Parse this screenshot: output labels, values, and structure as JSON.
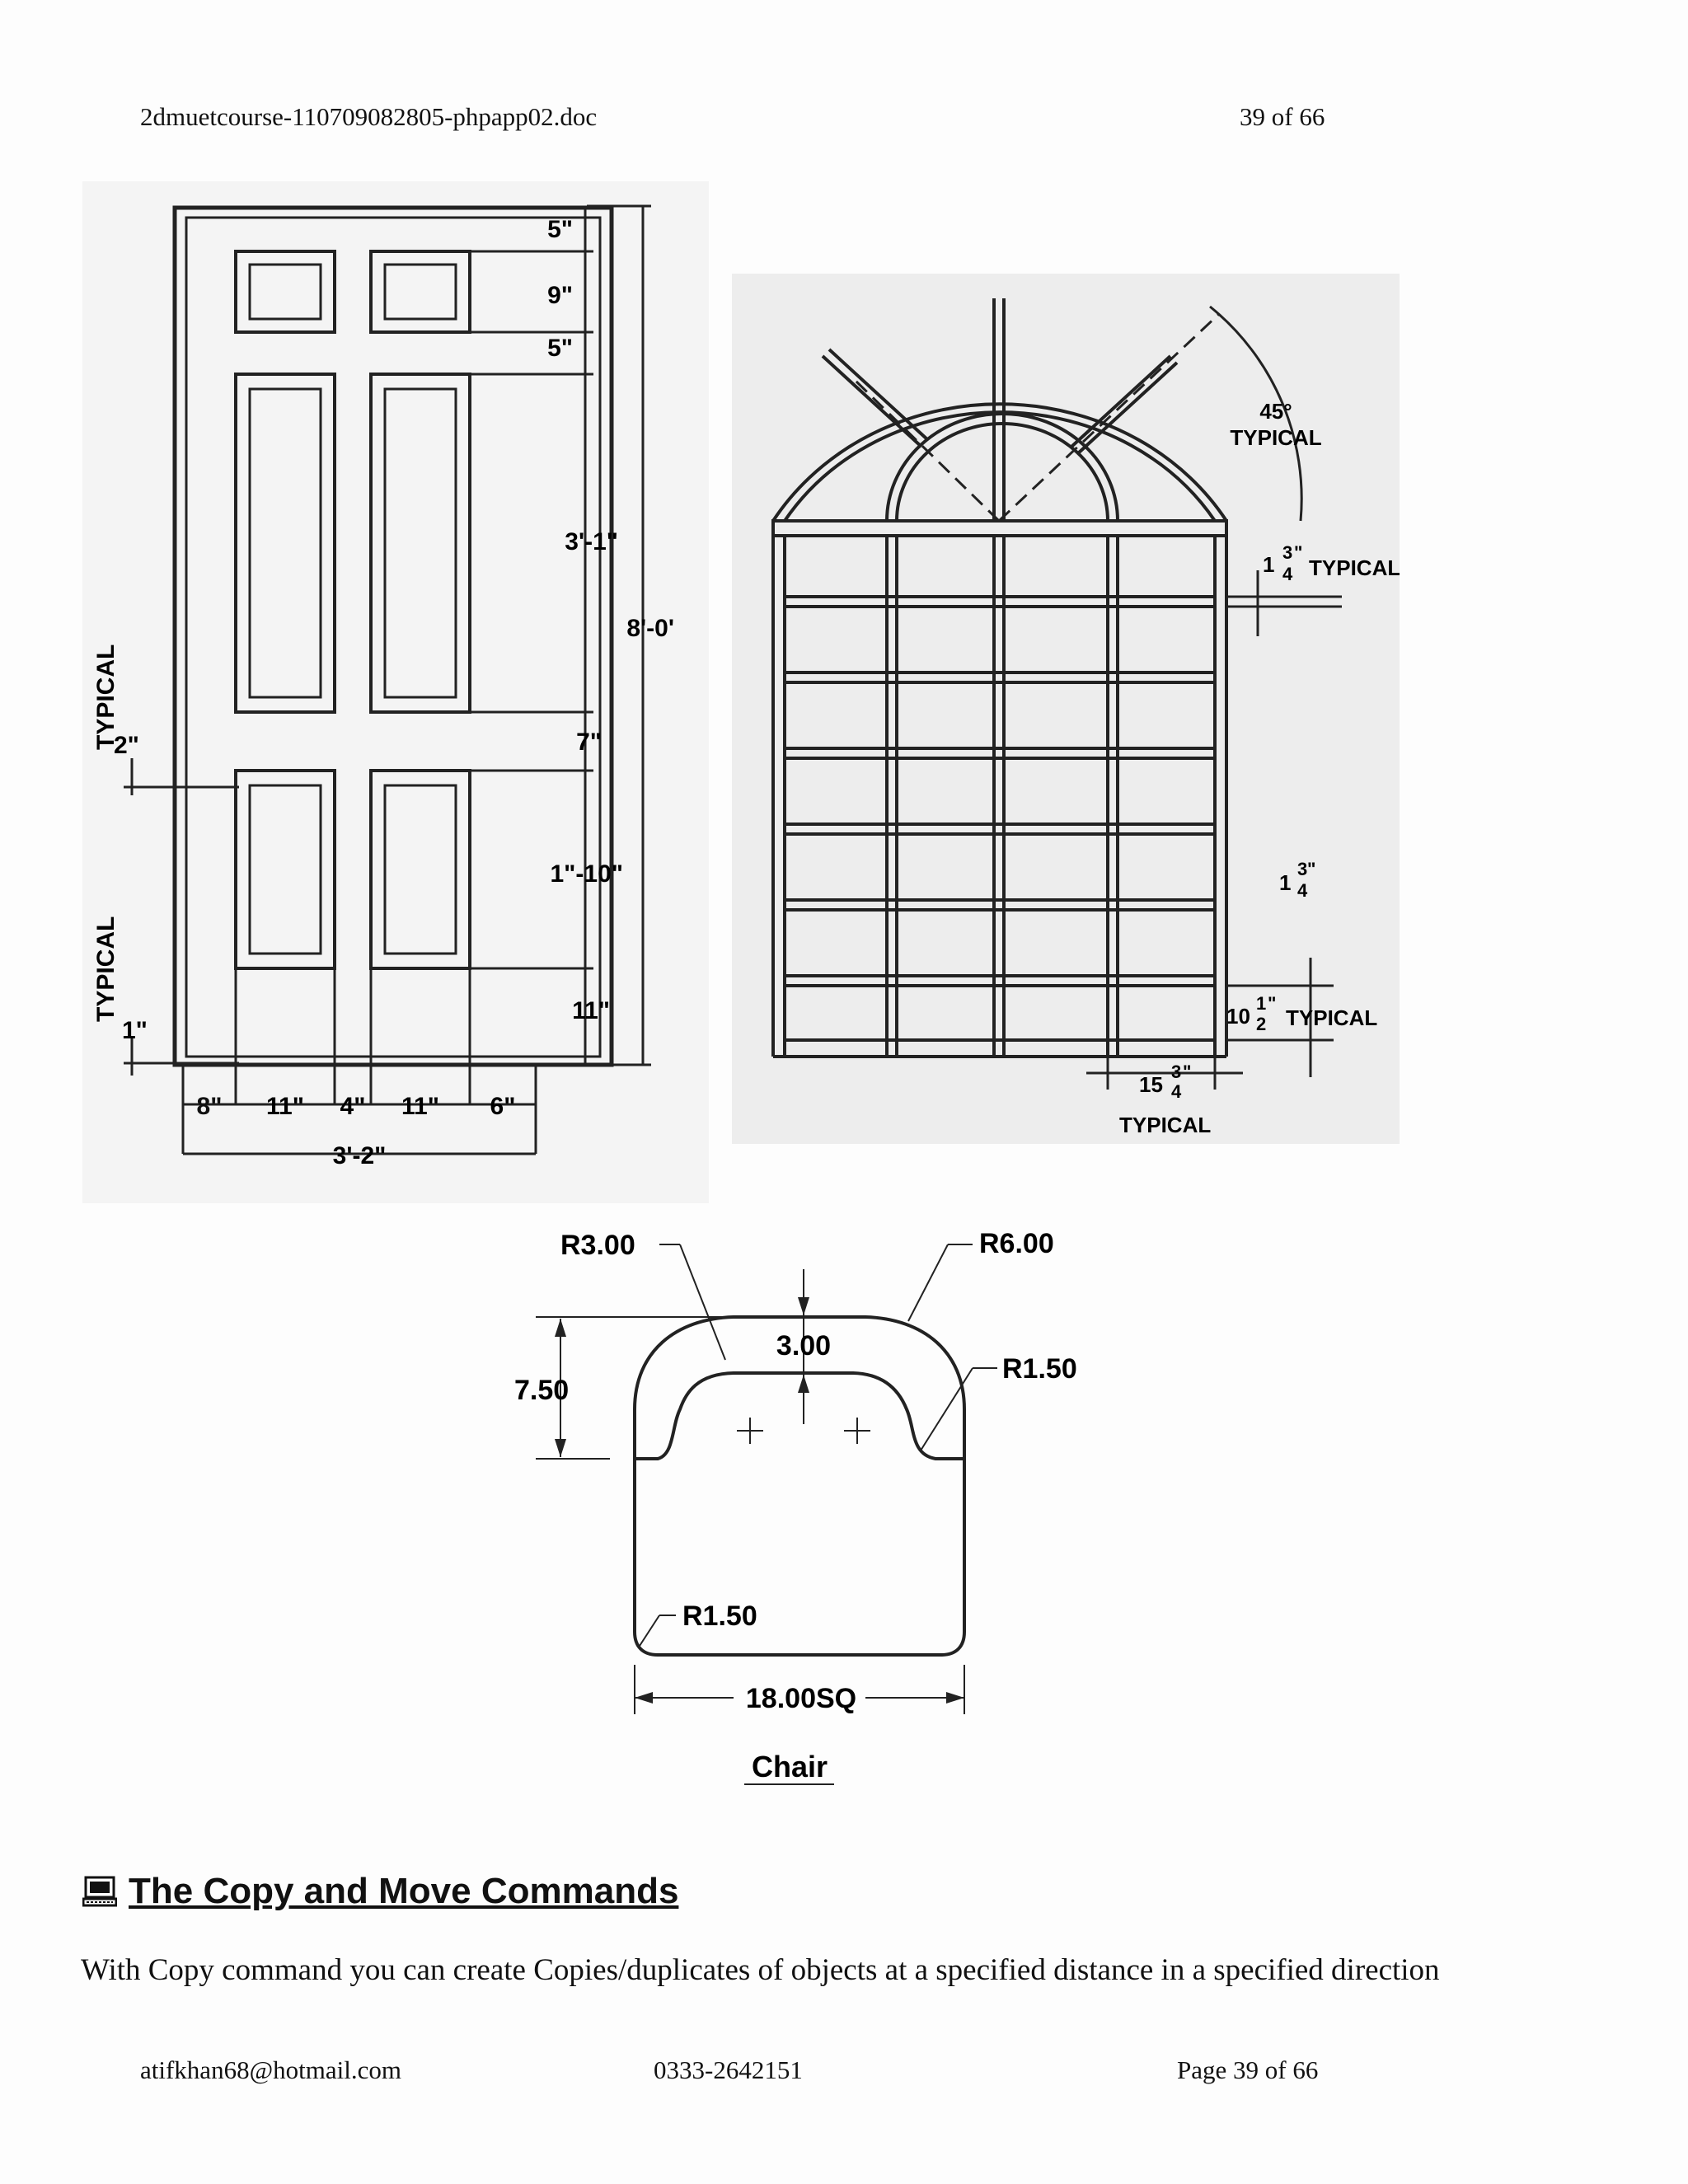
{
  "header": {
    "doc_name": "2dmuetcourse-110709082805-phpapp02.doc",
    "page_of": "39 of 66"
  },
  "door": {
    "dims": [
      "5\"",
      "9\"",
      "5\"",
      "3'-1\"",
      "8'-0'",
      "7\"",
      "1\"-10\"",
      "11\""
    ],
    "left_dims": [
      "2\"",
      "1\""
    ],
    "typical": "TYPICAL",
    "bottom_dims": [
      "8\"",
      "11\"",
      "4\"",
      "11\"",
      "6\""
    ],
    "overall_width": "3'-2\""
  },
  "window": {
    "angle": "45°",
    "typical": "TYPICAL",
    "mullion_whole": "1",
    "mullion_num": "3",
    "mullion_den": "4",
    "mullion_quote": "\"",
    "row_whole": "10",
    "row_num": "1",
    "row_den": "2",
    "col_whole": "15",
    "col_num": "3",
    "col_den": "4"
  },
  "chair": {
    "r1": "R3.00",
    "r2": "R6.00",
    "r3": "R1.50",
    "r4": "R1.50",
    "depth": "3.00",
    "height": "7.50",
    "width": "18.00SQ",
    "caption": "Chair"
  },
  "section": {
    "icon": "computer-icon",
    "title": "The Copy and Move Commands",
    "body": "With Copy command you can create Copies/duplicates of objects at a specified distance in a specified direction"
  },
  "footer": {
    "email": "atifkhan68@hotmail.com",
    "phone": "0333-2642151",
    "page": "Page 39 of 66"
  }
}
